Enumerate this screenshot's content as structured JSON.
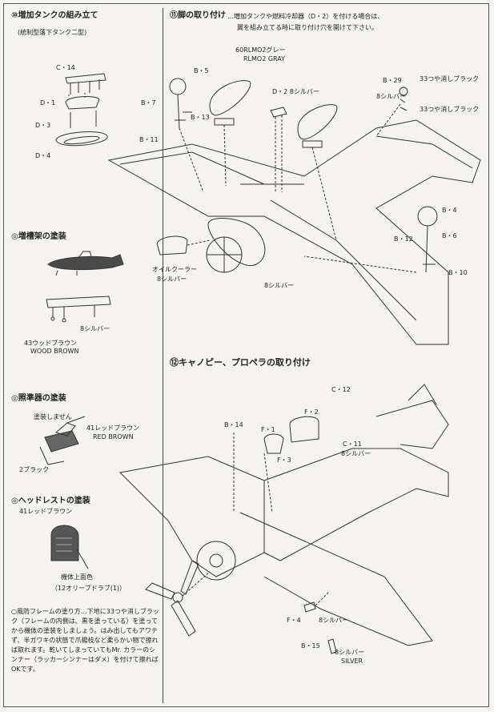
{
  "sections": {
    "s10": {
      "title": "⑩増加タンクの組み立て",
      "subtitle": "(統制型落下タンク二型)",
      "parts": [
        "C・14",
        "D・1",
        "D・3",
        "D・4"
      ]
    },
    "s11": {
      "title": "⑪脚の取り付け",
      "note_line1": "…増加タンクや燃料冷却器（D・2）を付ける場合は、",
      "note_line2": "翼を組み立てる時に取り付け穴を開けて下さい。",
      "paint_top1": "60RLMO2グレー",
      "paint_top2": "RLMO2 GRAY",
      "d2_label": "D・2 8シルバー",
      "b29": "B・29",
      "p33a": "33つや消しブラック",
      "p8a": "8シルバー",
      "p33b": "33つや消しブラック",
      "b5": "B・5",
      "b7": "B・7",
      "b13": "B・13",
      "b11": "B・11",
      "b4": "B・4",
      "b12": "B・12",
      "b6": "B・6",
      "b10": "B・10",
      "oil1": "オイルクーラー",
      "oil2": "8シルバー",
      "silver_mid": "8シルバー"
    },
    "hanger": {
      "title": "◎増槽架の塗装",
      "silver": "8シルバー",
      "wood1": "43ウッドブラウン",
      "wood2": "WOOD BROWN"
    },
    "sight": {
      "title": "◎照準器の塗装",
      "nopaint": "塗装しません",
      "red1": "41レッドブラウン",
      "red2": "RED BROWN",
      "black": "2ブラック"
    },
    "headrest": {
      "title": "◎ヘッドレストの塗装",
      "red": "41レッドブラウン",
      "body1": "機体上面色",
      "body2": "（12オリーブドラブ(1)）"
    },
    "s12": {
      "title": "⑫キャノピー、プロペラの取り付け",
      "c12": "C・12",
      "f2": "F・2",
      "b14": "B・14",
      "f1": "F・1",
      "f3": "F・3",
      "c11": "C・11",
      "c11paint": "8シルバー",
      "f4": "F・4",
      "f4paint": "8シルバー",
      "b15": "B・15",
      "silver1": "8シルバー",
      "silver2": "SILVER"
    },
    "note": "○風防フレームの塗り方…下地に33つや消しブラック（フレームの内側は、黒を塗っている）を塗ってから機体の塗装をしましょう。はみ出してもアワテず、半ガワキの状態で爪楊枝など柔らかい物で擦れば取れます。乾いてしまっていてもMr. カラーのシンナー（ラッカーシンナーはダメ）を付けて擦ればOKです。"
  }
}
